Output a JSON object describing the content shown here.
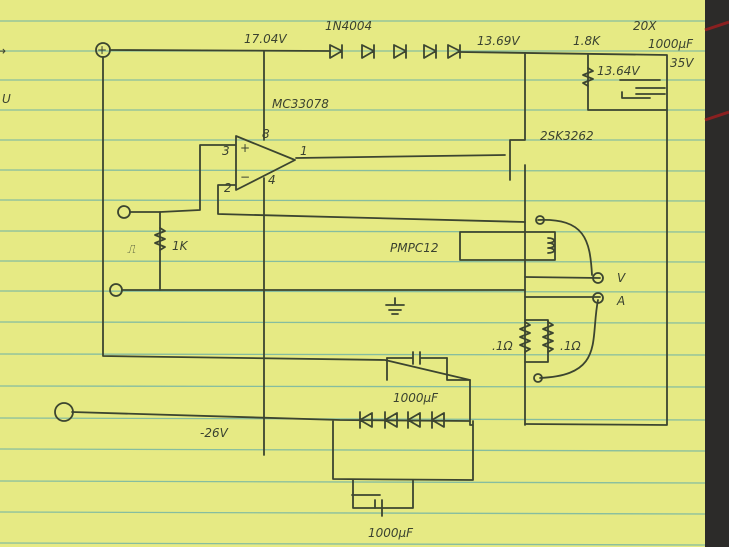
{
  "colors": {
    "paper": "#e9ec86",
    "rule": "#6fb3a6",
    "ink": "#3c4530",
    "desk": "#2c2b29"
  },
  "labels": {
    "plus_terminal": "+",
    "v_supply": "17.04V",
    "diode_part": "1N4004",
    "v_after_diodes": "13.69V",
    "resistor_1k8": "1.8K",
    "v_across": "13.64V",
    "top_note": "20X",
    "cap_value": "1000µF",
    "cap_voltage": "35V",
    "opamp_part": "MC33078",
    "pin_8": "8",
    "pin_3": "3",
    "pin_2": "2",
    "pin_1": "1",
    "pin_4": "4",
    "mosfet_part": "2SK3262",
    "pulse_symbol": "⎍",
    "resistor_1k": "1K",
    "relay_part": "PMPC12",
    "out_v": "V",
    "out_a": "A",
    "shunt_1": ".1Ω",
    "shunt_2": ".1Ω",
    "cap_mid": "1000µF",
    "v_negative": "-26V",
    "cap_bottom": "1000µF",
    "arrow_left": "→",
    "edge_u": "U"
  }
}
